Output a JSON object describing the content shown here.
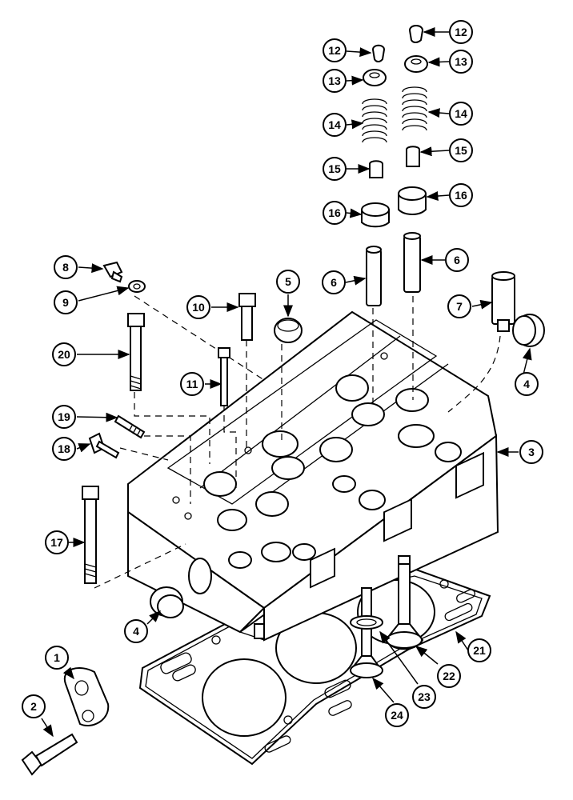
{
  "diagram": {
    "callouts": [
      {
        "id": "c1",
        "label": "1"
      },
      {
        "id": "c2",
        "label": "2"
      },
      {
        "id": "c3",
        "label": "3"
      },
      {
        "id": "c4a",
        "label": "4"
      },
      {
        "id": "c4b",
        "label": "4"
      },
      {
        "id": "c5",
        "label": "5"
      },
      {
        "id": "c6a",
        "label": "6"
      },
      {
        "id": "c6b",
        "label": "6"
      },
      {
        "id": "c7",
        "label": "7"
      },
      {
        "id": "c8",
        "label": "8"
      },
      {
        "id": "c9",
        "label": "9"
      },
      {
        "id": "c10",
        "label": "10"
      },
      {
        "id": "c11",
        "label": "11"
      },
      {
        "id": "c12a",
        "label": "12"
      },
      {
        "id": "c12b",
        "label": "12"
      },
      {
        "id": "c13a",
        "label": "13"
      },
      {
        "id": "c13b",
        "label": "13"
      },
      {
        "id": "c14a",
        "label": "14"
      },
      {
        "id": "c14b",
        "label": "14"
      },
      {
        "id": "c15a",
        "label": "15"
      },
      {
        "id": "c15b",
        "label": "15"
      },
      {
        "id": "c16a",
        "label": "16"
      },
      {
        "id": "c16b",
        "label": "16"
      },
      {
        "id": "c17",
        "label": "17"
      },
      {
        "id": "c18",
        "label": "18"
      },
      {
        "id": "c19",
        "label": "19"
      },
      {
        "id": "c20",
        "label": "20"
      },
      {
        "id": "c21",
        "label": "21"
      },
      {
        "id": "c22",
        "label": "22"
      },
      {
        "id": "c23",
        "label": "23"
      },
      {
        "id": "c24",
        "label": "24"
      }
    ]
  }
}
